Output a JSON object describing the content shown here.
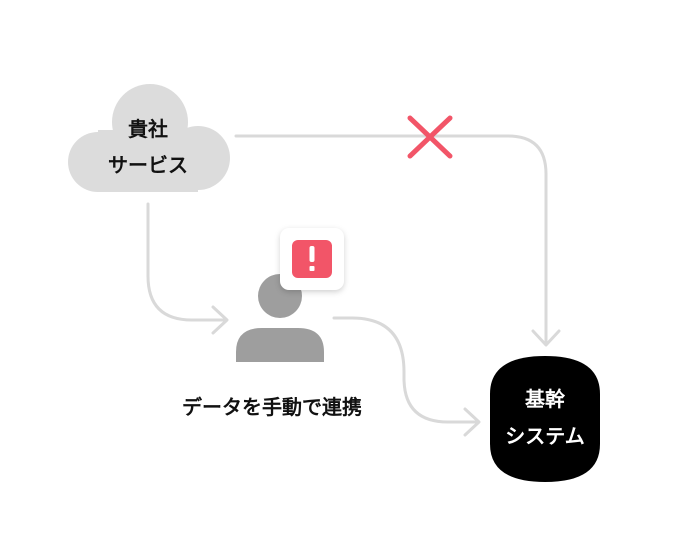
{
  "diagram": {
    "company_service": {
      "line1": "貴社",
      "line2": "サービス"
    },
    "core_system": {
      "line1": "基幹",
      "line2": "システム"
    },
    "manual_label": "データを手動で連携",
    "alert_mark": "!",
    "colors": {
      "connector": "#d9d9d9",
      "cloud_fill": "#dcdcdc",
      "person_fill": "#9e9e9e",
      "alert_fill": "#f25568",
      "cross": "#f25568",
      "core_fill": "#000000",
      "core_text": "#ffffff",
      "text": "#111111"
    },
    "icons": {
      "cloud": "cloud-icon",
      "person": "person-icon",
      "alert": "alert-icon",
      "blocked": "cross-icon",
      "database": "database-icon"
    }
  }
}
